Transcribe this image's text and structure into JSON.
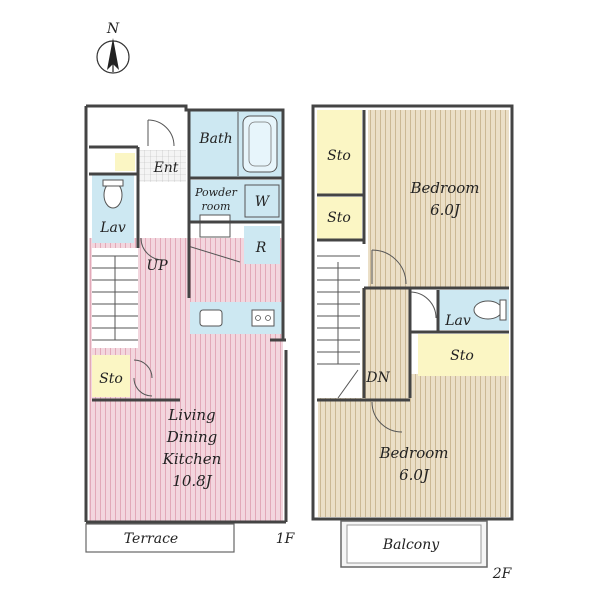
{
  "compass": {
    "label": "N"
  },
  "floor1": {
    "label": "1F",
    "rooms": {
      "bath": "Bath",
      "ent": "Ent",
      "powder_line1": "Powder",
      "powder_line2": "room",
      "washer": "W",
      "refrigerator": "R",
      "lav": "Lav",
      "stairs_up": "UP",
      "storage": "Sto",
      "ldk_line1": "Living",
      "ldk_line2": "Dining",
      "ldk_line3": "Kitchen",
      "ldk_size": "10.8J",
      "terrace": "Terrace"
    }
  },
  "floor2": {
    "label": "2F",
    "rooms": {
      "storage_1": "Sto",
      "storage_2": "Sto",
      "storage_3": "Sto",
      "bedroom_1_name": "Bedroom",
      "bedroom_1_size": "6.0J",
      "lav": "Lav",
      "stairs_down": "DN",
      "bedroom_2_name": "Bedroom",
      "bedroom_2_size": "6.0J",
      "balcony": "Balcony"
    }
  },
  "colors": {
    "ldk_floor": "#f2d4dc",
    "bedroom_floor": "#e9dcc3",
    "wet_area": "#cde8f2",
    "storage": "#fbf6c4",
    "wall": "#444444"
  }
}
